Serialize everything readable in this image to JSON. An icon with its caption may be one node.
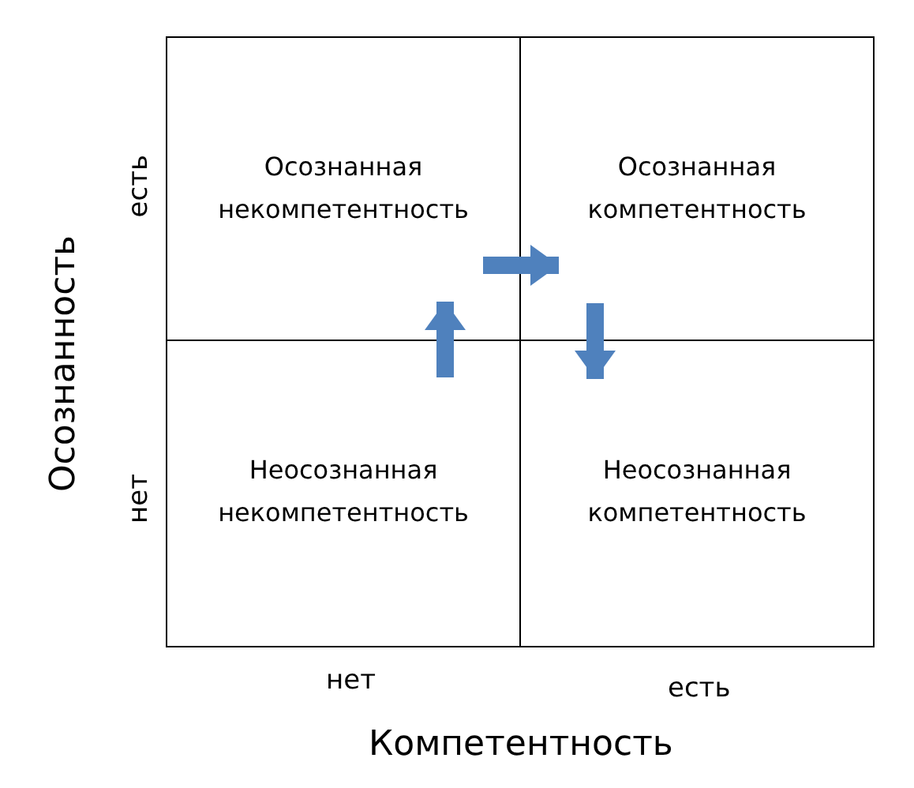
{
  "diagram": {
    "nodes": [
      {
        "text": [
          "Осознанная некомпетентность"
        ]
      },
      {
        "text": [
          "Осознанная компетентность"
        ]
      },
      {
        "text": [
          "Неосознанная некомпетентность"
        ]
      },
      {
        "text": [
          "Неосознанная компетентность"
        ]
      }
    ],
    "edges": [
      {
        "from": 2,
        "to": 0,
        "arrow": "to"
      },
      {
        "from": 0,
        "to": 1,
        "arrow": "to"
      },
      {
        "from": 1,
        "to": 3,
        "arrow": "to"
      }
    ],
    "labels": [
      "Осознанность",
      "есть",
      "нет",
      "нет",
      "есть",
      "Компетентность"
    ]
  }
}
